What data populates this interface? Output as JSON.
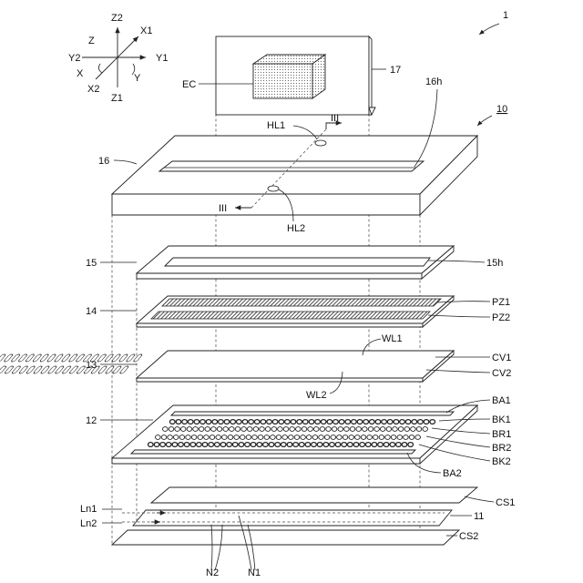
{
  "figure_number": "1",
  "assembly_ref": "10",
  "axes": {
    "z2": "Z2",
    "z": "Z",
    "x1": "X1",
    "y2": "Y2",
    "y1": "Y1",
    "x": "X",
    "y": "Y",
    "x2": "X2",
    "z1": "Z1"
  },
  "labels": {
    "ec": "EC",
    "n17": "17",
    "n16h": "16h",
    "hl1": "HL1",
    "iii_top": "III",
    "n16": "16",
    "iii_bottom": "III",
    "hl2": "HL2",
    "n15": "15",
    "n15h": "15h",
    "n14": "14",
    "pz1": "PZ1",
    "pz2": "PZ2",
    "wl1": "WL1",
    "n13": "13",
    "cv1": "CV1",
    "cv2": "CV2",
    "wl2": "WL2",
    "ba1": "BA1",
    "n12": "12",
    "bk1": "BK1",
    "br1": "BR1",
    "br2": "BR2",
    "bk2": "BK2",
    "ba2": "BA2",
    "cs1": "CS1",
    "ln1": "Ln1",
    "n11": "11",
    "ln2": "Ln2",
    "cs2": "CS2",
    "n2": "N2",
    "n1": "N1"
  },
  "colors": {
    "stroke": "#222222",
    "ink": "#111111",
    "hatch": "#333333",
    "background": "#ffffff"
  }
}
